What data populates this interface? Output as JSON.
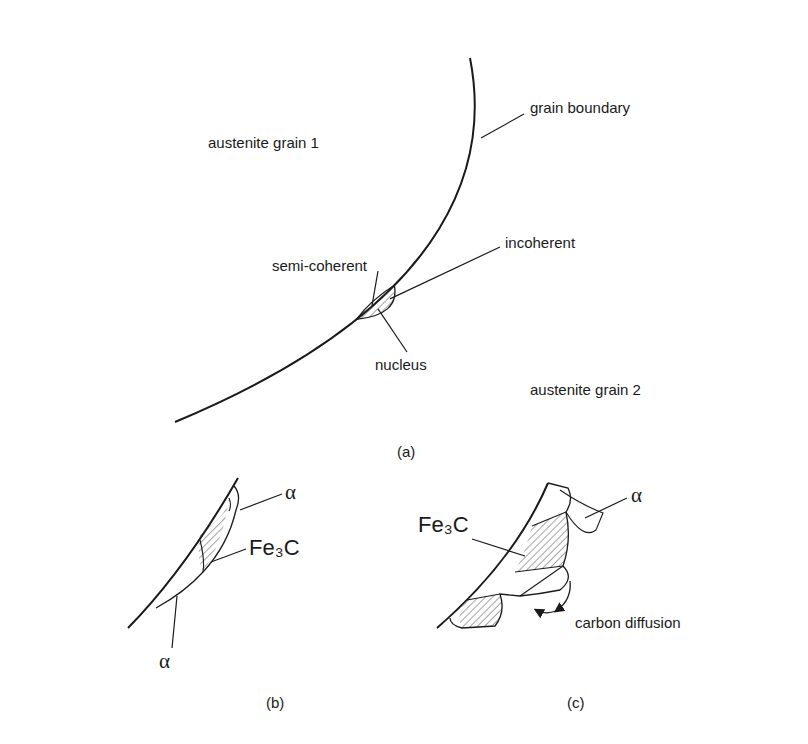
{
  "diagram": {
    "labels": [
      "austenite grain 1",
      "grain boundary",
      "incoherent",
      "semi-coherent",
      "nucleus",
      "austenite grain 2",
      "(a)",
      "α",
      "Fe₃C",
      "α",
      "(b)",
      "Fe₃C",
      "α",
      "carbon diffusion",
      "(c)"
    ]
  }
}
